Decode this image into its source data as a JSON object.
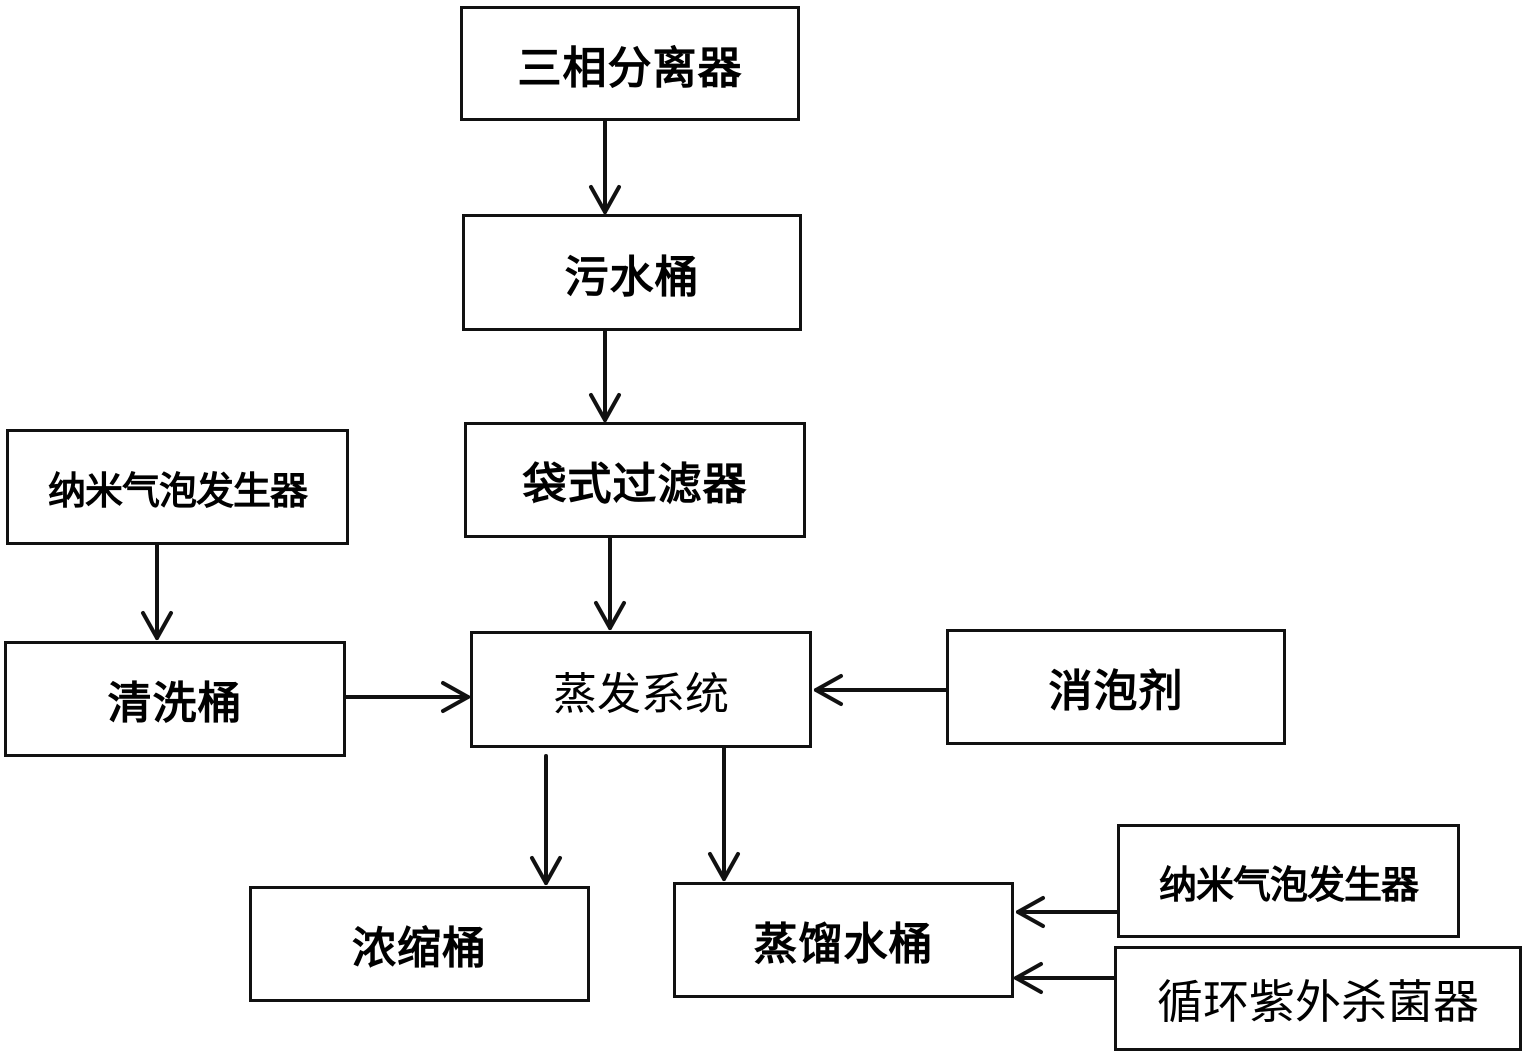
{
  "nodes": {
    "separator": "三相分离器",
    "sewage_bucket": "污水桶",
    "bag_filter": "袋式过滤器",
    "nano_bubble_1": "纳米气泡发生器",
    "cleaning_bucket": "清洗桶",
    "evaporation_system": "蒸发系统",
    "defoamer": "消泡剂",
    "concentrate_bucket": "浓缩桶",
    "distilled_water_bucket": "蒸馏水桶",
    "nano_bubble_2": "纳米气泡发生器",
    "uv_sterilizer": "循环紫外杀菌器"
  },
  "colors": {
    "line": "#111111",
    "background": "#ffffff"
  }
}
